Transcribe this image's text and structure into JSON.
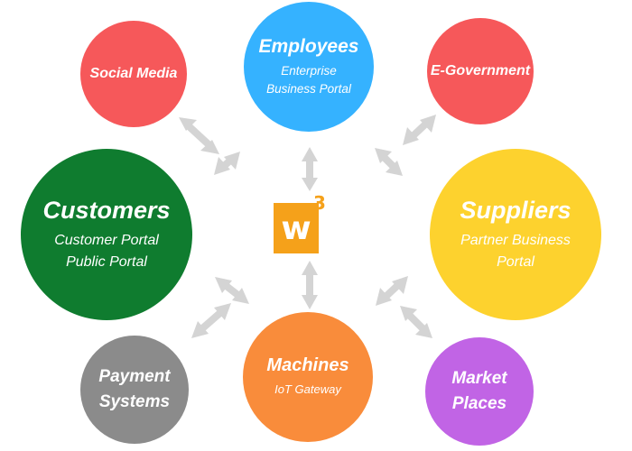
{
  "logo": {
    "letter": "w",
    "superscript": "3"
  },
  "nodes": {
    "employees": {
      "title": "Employees",
      "subtitle_1": "Enterprise",
      "subtitle_2": "Business Portal",
      "color": "#35b2ff"
    },
    "social_media": {
      "title": "Social Media",
      "color": "#f6585a"
    },
    "e_government": {
      "title": "E-Government",
      "color": "#f6585a"
    },
    "customers": {
      "title": "Customers",
      "subtitle_1": "Customer Portal",
      "subtitle_2": "Public Portal",
      "color": "#0f7c2f"
    },
    "suppliers": {
      "title": "Suppliers",
      "subtitle_1": "Partner Business",
      "subtitle_2": "Portal",
      "color": "#fdd22e"
    },
    "payment_systems": {
      "title_1": "Payment",
      "title_2": "Systems",
      "color": "#8b8b8b"
    },
    "machines": {
      "title": "Machines",
      "subtitle_1": "IoT Gateway",
      "color": "#f98c3b"
    },
    "market_places": {
      "title_1": "Market",
      "title_2": "Places",
      "color": "#c164e5"
    }
  },
  "arrow_color": "#d4d4d4"
}
